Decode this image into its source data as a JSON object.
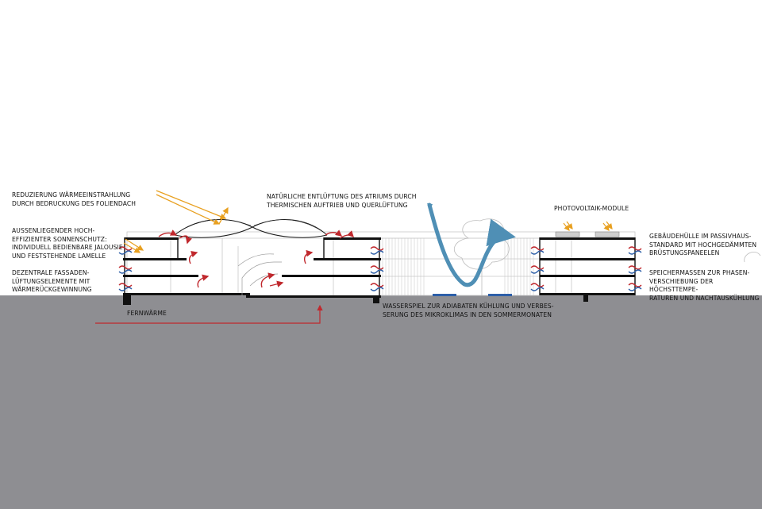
{
  "labels": {
    "roof_print": "REDUZIERUNG WÄRMEEINSTRAHLUNG\nDURCH BEDRUCKUNG DES FOLIENDACH",
    "sun_shading": "AUSSENLIEGENDER HOCH-\nEFFIZIENTER SONNENSCHUTZ:\nINDIVIDUELL BEDIENBARE JALOUSIE\nUND FESTSTEHENDE LAMELLE",
    "facade_ventilation": "DEZENTRALE FASSADEN-\nLÜFTUNGSELEMENTE MIT\nWÄRMERÜCKGEWINNUNG",
    "district_heating": "FERNWÄRME",
    "atrium_ventilation": "NATÜRLICHE ENTLÜFTUNG DES ATRIUMS DURCH\nTHERMISCHEN AUFTRIEB UND QUERLÜFTUNG",
    "water_feature": "WASSERSPIEL ZUR ADIABATEN KÜHLUNG UND VERBES-\nSERUNG DES MIKROKLIMAS IN DEN SOMMERMONATEN",
    "photovoltaic": "PHOTOVOLTAIK-MODULE",
    "passive_house": "GEBÄUDEHÜLLE IM PASSIVHAUS-\nSTANDARD MIT HOCHGEDÄMMTEN\nBRÜSTUNGSPANEELEN",
    "storage_mass": "SPEICHERMASSEN ZUR PHASEN-\nVERSCHIEBUNG DER HÖCHSTTEMPE-\nRATUREN UND NACHTAUSKÜHLUNG"
  },
  "colors": {
    "ground": "#8e8e92",
    "warm_air": "#c0282d",
    "cool_air": "#2d5fa8",
    "sun_rays": "#e8a020",
    "water_flow": "#4f8fb5",
    "structure": "#111111"
  }
}
